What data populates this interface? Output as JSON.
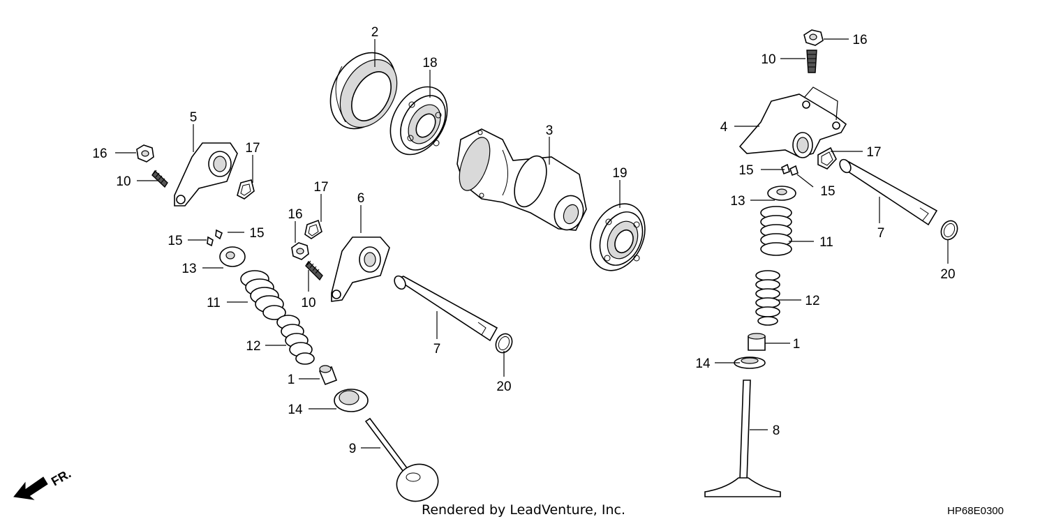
{
  "footer": {
    "rendered_by": "Rendered by LeadVenture, Inc.",
    "diagram_code": "HP68E0300",
    "front_marker": "FR."
  },
  "callouts": [
    {
      "id": "c-2",
      "label": "2",
      "part": "camshaft-holder-seal"
    },
    {
      "id": "c-18",
      "label": "18",
      "part": "bearing-left"
    },
    {
      "id": "c-3",
      "label": "3",
      "part": "camshaft"
    },
    {
      "id": "c-19",
      "label": "19",
      "part": "bearing-right"
    },
    {
      "id": "c-5",
      "label": "5",
      "part": "rocker-arm-left"
    },
    {
      "id": "c-16a",
      "label": "16",
      "part": "nut"
    },
    {
      "id": "c-17a",
      "label": "17",
      "part": "o-ring"
    },
    {
      "id": "c-10a",
      "label": "10",
      "part": "adjusting-screw"
    },
    {
      "id": "c-15a",
      "label": "15",
      "part": "cotter"
    },
    {
      "id": "c-15b",
      "label": "15",
      "part": "cotter"
    },
    {
      "id": "c-13a",
      "label": "13",
      "part": "spring-retainer"
    },
    {
      "id": "c-11a",
      "label": "11",
      "part": "outer-spring"
    },
    {
      "id": "c-12a",
      "label": "12",
      "part": "inner-spring"
    },
    {
      "id": "c-1a",
      "label": "1",
      "part": "stem-seal"
    },
    {
      "id": "c-14a",
      "label": "14",
      "part": "spring-seat"
    },
    {
      "id": "c-9",
      "label": "9",
      "part": "exhaust-valve"
    },
    {
      "id": "c-6",
      "label": "6",
      "part": "rocker-arm-center"
    },
    {
      "id": "c-17b",
      "label": "17",
      "part": "o-ring"
    },
    {
      "id": "c-16b",
      "label": "16",
      "part": "nut"
    },
    {
      "id": "c-10b",
      "label": "10",
      "part": "adjusting-screw"
    },
    {
      "id": "c-7a",
      "label": "7",
      "part": "rocker-shaft"
    },
    {
      "id": "c-20a",
      "label": "20",
      "part": "ring"
    },
    {
      "id": "c-16c",
      "label": "16",
      "part": "nut"
    },
    {
      "id": "c-10c",
      "label": "10",
      "part": "adjusting-screw"
    },
    {
      "id": "c-4",
      "label": "4",
      "part": "rocker-arm-right"
    },
    {
      "id": "c-17c",
      "label": "17",
      "part": "o-ring"
    },
    {
      "id": "c-15c",
      "label": "15",
      "part": "cotter"
    },
    {
      "id": "c-15d",
      "label": "15",
      "part": "cotter"
    },
    {
      "id": "c-13b",
      "label": "13",
      "part": "spring-retainer"
    },
    {
      "id": "c-7b",
      "label": "7",
      "part": "rocker-shaft"
    },
    {
      "id": "c-11b",
      "label": "11",
      "part": "outer-spring"
    },
    {
      "id": "c-20b",
      "label": "20",
      "part": "ring"
    },
    {
      "id": "c-12b",
      "label": "12",
      "part": "inner-spring"
    },
    {
      "id": "c-1b",
      "label": "1",
      "part": "stem-seal"
    },
    {
      "id": "c-14b",
      "label": "14",
      "part": "spring-seat"
    },
    {
      "id": "c-8",
      "label": "8",
      "part": "intake-valve"
    }
  ]
}
